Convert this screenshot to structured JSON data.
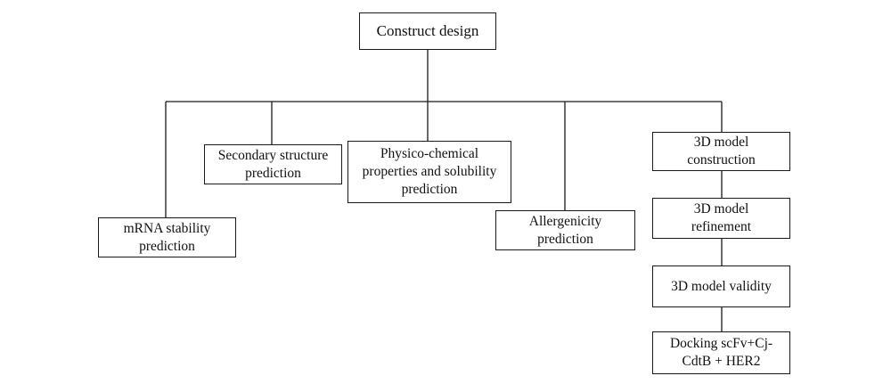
{
  "diagram": {
    "root": "Construct design",
    "branches": {
      "mrna": "mRNA stability\nprediction",
      "secondary": "Secondary structure\nprediction",
      "physico": "Physico-chemical\nproperties and solubility\nprediction",
      "allergenicity": "Allergenicity\nprediction",
      "model_construction": "3D model\nconstruction"
    },
    "model_chain": {
      "refinement": "3D model\nrefinement",
      "validity": "3D model validity",
      "docking": "Docking scFv+Cj-\nCdtB + HER2"
    }
  }
}
